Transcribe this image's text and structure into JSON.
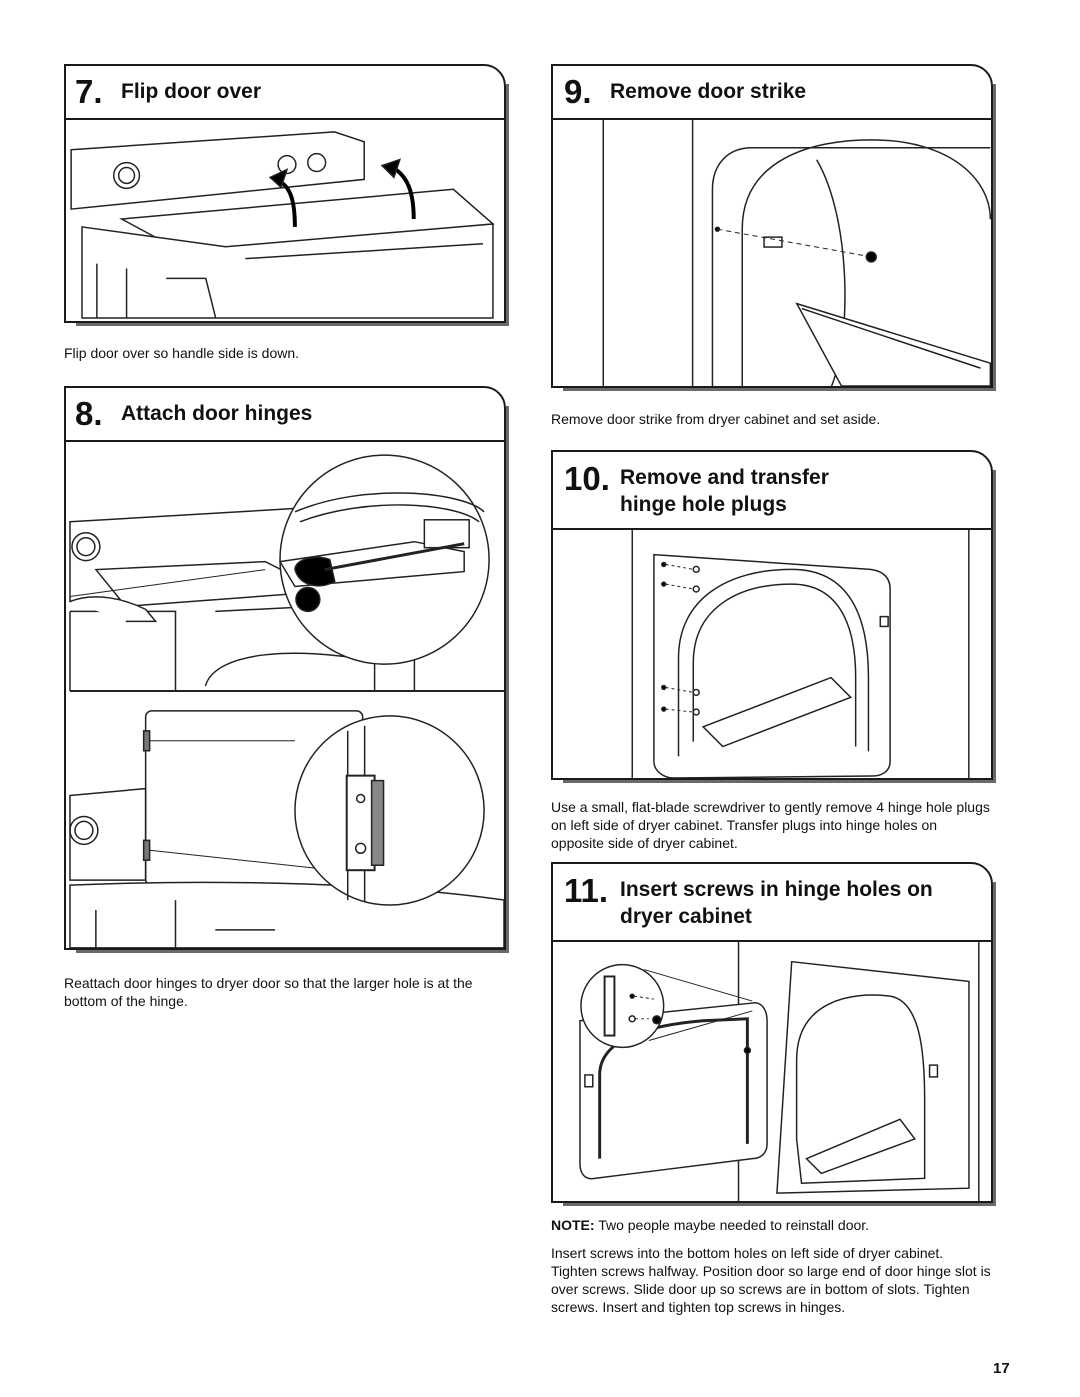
{
  "steps": [
    {
      "number": "7.",
      "title": "Flip door over",
      "caption": "Flip door over so handle side is down."
    },
    {
      "number": "8.",
      "title": "Attach door hinges",
      "caption": "Reattach door hinges to dryer door so that the larger hole is at the bottom of the hinge."
    },
    {
      "number": "9.",
      "title": "Remove door strike",
      "caption": "Remove door strike from dryer cabinet and set aside."
    },
    {
      "number": "10.",
      "title_line1": "Remove and transfer",
      "title_line2": "hinge hole plugs",
      "caption": "Use a small, flat-blade screwdriver to gently remove 4 hinge hole plugs on left side of dryer cabinet. Transfer plugs into hinge holes on opposite side of dryer cabinet."
    },
    {
      "number": "11.",
      "title_line1": "Insert screws in hinge holes on",
      "title_line2": "dryer cabinet",
      "note_label": "NOTE:",
      "note_text": " Two people maybe needed to reinstall door.",
      "caption": "Insert screws into the bottom holes on left side of dryer cabinet. Tighten screws halfway. Position door so large end of door hinge slot is over screws. Slide door up so screws are in bottom of slots. Tighten screws. Insert and tighten top screws in hinges."
    }
  ],
  "page_number": "17"
}
